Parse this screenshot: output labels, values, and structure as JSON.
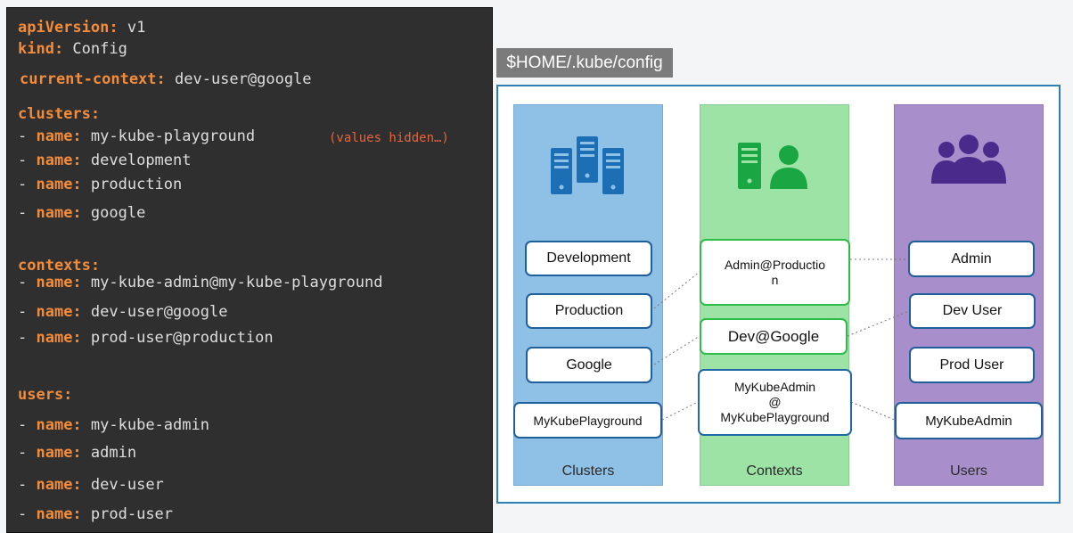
{
  "config": {
    "lines": [
      {
        "dash": "",
        "key": "apiVersion:",
        "value": " v1",
        "note": ""
      },
      {
        "dash": "",
        "key": "kind:",
        "value": " Config",
        "note": ""
      },
      {
        "dash": "",
        "key": "current-context:",
        "value": " dev-user@google",
        "note": ""
      },
      {
        "dash": "",
        "key": "clusters:",
        "value": "",
        "note": ""
      },
      {
        "dash": "- ",
        "key": "name:",
        "value": " my-kube-playground",
        "note": "(values hidden…)"
      },
      {
        "dash": "- ",
        "key": "name:",
        "value": " development",
        "note": ""
      },
      {
        "dash": "- ",
        "key": "name:",
        "value": " production",
        "note": ""
      },
      {
        "dash": "- ",
        "key": "name:",
        "value": " google",
        "note": ""
      },
      {
        "dash": "",
        "key": "contexts:",
        "value": "",
        "note": ""
      },
      {
        "dash": "- ",
        "key": "name:",
        "value": " my-kube-admin@my-kube-playground",
        "note": ""
      },
      {
        "dash": "- ",
        "key": "name:",
        "value": " dev-user@google",
        "note": ""
      },
      {
        "dash": "- ",
        "key": "name:",
        "value": " prod-user@production",
        "note": ""
      },
      {
        "dash": "",
        "key": "users:",
        "value": "",
        "note": ""
      },
      {
        "dash": "- ",
        "key": "name:",
        "value": " my-kube-admin",
        "note": ""
      },
      {
        "dash": "- ",
        "key": "name:",
        "value": " admin",
        "note": ""
      },
      {
        "dash": "- ",
        "key": "name:",
        "value": " dev-user",
        "note": ""
      },
      {
        "dash": "- ",
        "key": "name:",
        "value": " prod-user",
        "note": ""
      }
    ]
  },
  "diagram": {
    "file_path": "$HOME/.kube/config",
    "columns": {
      "clusters": {
        "title": "Clusters",
        "icon": "server-cluster-icon",
        "items": [
          "Development",
          "Production",
          "Google",
          "MyKubePlayground"
        ]
      },
      "contexts": {
        "title": "Contexts",
        "icon": "server-user-icon",
        "items": [
          "Admin@Productio\nn",
          "Dev@Google",
          "MyKubeAdmin\n@\nMyKubePlayground"
        ]
      },
      "users": {
        "title": "Users",
        "icon": "users-group-icon",
        "items": [
          "Admin",
          "Dev User",
          "Prod User",
          "MyKubeAdmin"
        ]
      }
    },
    "colors": {
      "clusters": "#8fc0e6",
      "contexts": "#9ce3a5",
      "users": "#a88fcb",
      "frame": "#2d7fb5"
    }
  }
}
